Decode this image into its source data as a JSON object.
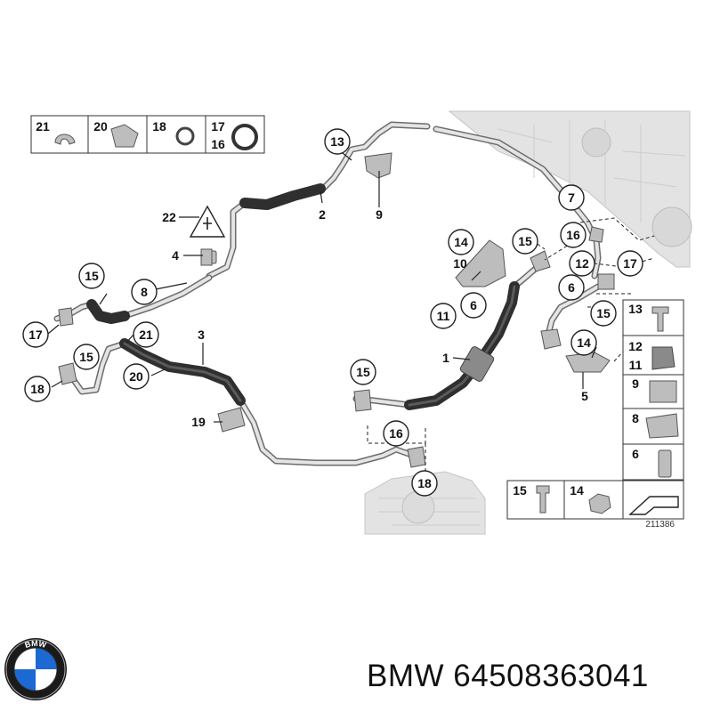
{
  "product": {
    "brand": "BMW",
    "part_number": "64508363041",
    "logo_text": "BMW"
  },
  "diagram": {
    "image_number": "211386",
    "callouts": [
      {
        "id": "c1",
        "text": "1"
      },
      {
        "id": "c2",
        "text": "2"
      },
      {
        "id": "c3",
        "text": "3"
      },
      {
        "id": "c4",
        "text": "4"
      },
      {
        "id": "c5",
        "text": "5"
      },
      {
        "id": "c6a",
        "text": "6"
      },
      {
        "id": "c6b",
        "text": "6"
      },
      {
        "id": "c7",
        "text": "7"
      },
      {
        "id": "c8",
        "text": "8"
      },
      {
        "id": "c9",
        "text": "9"
      },
      {
        "id": "c10",
        "text": "10"
      },
      {
        "id": "c11",
        "text": "11"
      },
      {
        "id": "c12",
        "text": "12"
      },
      {
        "id": "c13",
        "text": "13"
      },
      {
        "id": "c14a",
        "text": "14"
      },
      {
        "id": "c14b",
        "text": "14"
      },
      {
        "id": "c15a",
        "text": "15"
      },
      {
        "id": "c15b",
        "text": "15"
      },
      {
        "id": "c15c",
        "text": "15"
      },
      {
        "id": "c15d",
        "text": "15"
      },
      {
        "id": "c15e",
        "text": "15"
      },
      {
        "id": "c16a",
        "text": "16"
      },
      {
        "id": "c16b",
        "text": "16"
      },
      {
        "id": "c17a",
        "text": "17"
      },
      {
        "id": "c17b",
        "text": "17"
      },
      {
        "id": "c18a",
        "text": "18"
      },
      {
        "id": "c18b",
        "text": "18"
      },
      {
        "id": "c19",
        "text": "19"
      },
      {
        "id": "c20",
        "text": "20"
      },
      {
        "id": "c21",
        "text": "21"
      },
      {
        "id": "c22",
        "text": "22"
      }
    ],
    "legend_top": [
      "21",
      "20",
      "18",
      "17",
      "16"
    ],
    "legend_side": [
      "13",
      "12",
      "11",
      "9",
      "8",
      "6"
    ],
    "legend_bottom": [
      "15",
      "14"
    ]
  }
}
